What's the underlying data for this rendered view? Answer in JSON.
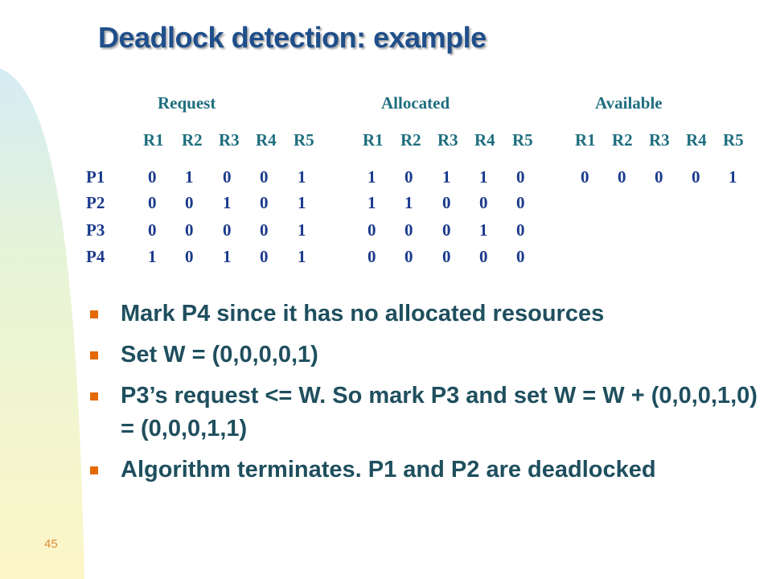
{
  "slide": {
    "title": "Deadlock detection: example",
    "page_number": "45"
  },
  "matrices": {
    "groups": [
      "Request",
      "Allocated",
      "Available"
    ],
    "resource_headers": [
      "R1",
      "R2",
      "R3",
      "R4",
      "R5"
    ],
    "processes": [
      "P1",
      "P2",
      "P3",
      "P4"
    ],
    "request": [
      [
        "0",
        "1",
        "0",
        "0",
        "1"
      ],
      [
        "0",
        "0",
        "1",
        "0",
        "1"
      ],
      [
        "0",
        "0",
        "0",
        "0",
        "1"
      ],
      [
        "1",
        "0",
        "1",
        "0",
        "1"
      ]
    ],
    "allocated": [
      [
        "1",
        "0",
        "1",
        "1",
        "0"
      ],
      [
        "1",
        "1",
        "0",
        "0",
        "0"
      ],
      [
        "0",
        "0",
        "0",
        "1",
        "0"
      ],
      [
        "0",
        "0",
        "0",
        "0",
        "0"
      ]
    ],
    "available": [
      "0",
      "0",
      "0",
      "0",
      "1"
    ]
  },
  "bullets": [
    "Mark P4 since it has no allocated resources",
    "Set W = (0,0,0,0,1)",
    "P3’s request <= W. So mark P3 and set W = W + (0,0,0,1,0) = (0,0,0,1,1)",
    "Algorithm terminates. P1 and P2 are deadlocked"
  ],
  "colors": {
    "title": "#1f4f8a",
    "header": "#1e6e7e",
    "matrix_text": "#1a3a8c",
    "bullet_text": "#1f4f5e",
    "bullet_marker": "#e46a00",
    "page_number": "#d98c3a"
  }
}
